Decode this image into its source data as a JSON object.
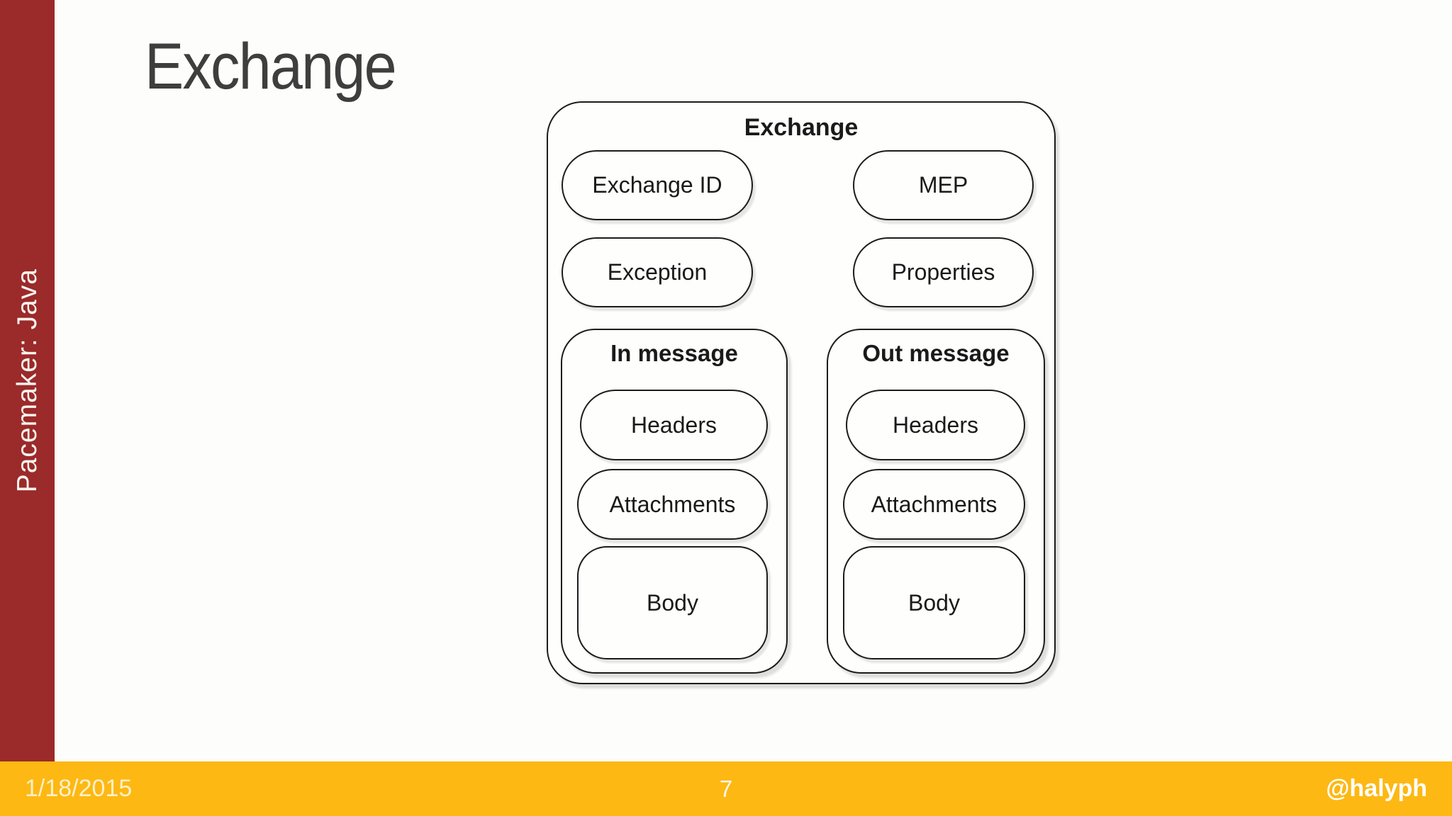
{
  "slide": {
    "title": "Exchange",
    "sidebar": {
      "label": "Pacemaker: Java"
    },
    "footer": {
      "date": "1/18/2015",
      "page": "7",
      "handle": "@halyph"
    }
  },
  "colors": {
    "sidebar_red": "#9B2A2A",
    "footer_orange": "#FDB813",
    "background": "#FDFDFB",
    "title_gray": "#3E3E3E",
    "diagram_line": "#1C1C1C"
  },
  "diagram": {
    "title": "Exchange",
    "pills": [
      {
        "label": "Exchange ID"
      },
      {
        "label": "MEP"
      },
      {
        "label": "Exception"
      },
      {
        "label": "Properties"
      }
    ],
    "messages": [
      {
        "label": "In message",
        "items": [
          {
            "label": "Headers"
          },
          {
            "label": "Attachments"
          },
          {
            "label": "Body"
          }
        ]
      },
      {
        "label": "Out message",
        "items": [
          {
            "label": "Headers"
          },
          {
            "label": "Attachments"
          },
          {
            "label": "Body"
          }
        ]
      }
    ]
  }
}
